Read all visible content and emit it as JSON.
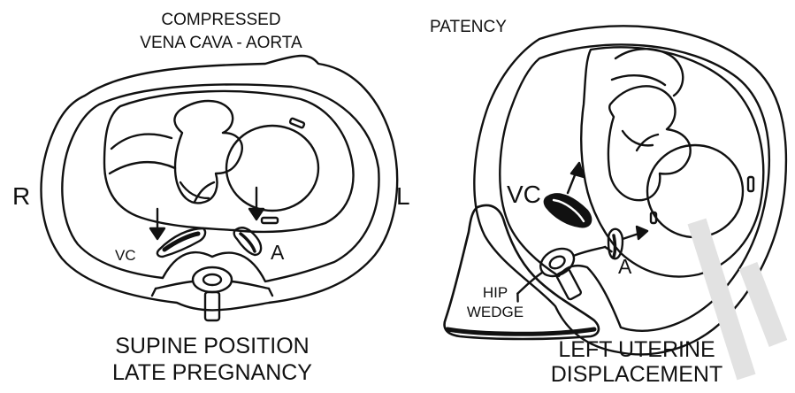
{
  "left_panel": {
    "header_line1": "COMPRESSED",
    "header_line2": "VENA CAVA - AORTA",
    "caption_line1": "SUPINE POSITION",
    "caption_line2": "LATE PREGNANCY",
    "side_right": "R",
    "side_left": "L",
    "vc_label": "VC",
    "aorta_label": "A"
  },
  "right_panel": {
    "header": "PATENCY",
    "caption_line1": "LEFT UTERINE",
    "caption_line2": "DISPLACEMENT",
    "vc_label": "VC",
    "aorta_label": "A",
    "wedge_line1": "HIP",
    "wedge_line2": "WEDGE"
  }
}
